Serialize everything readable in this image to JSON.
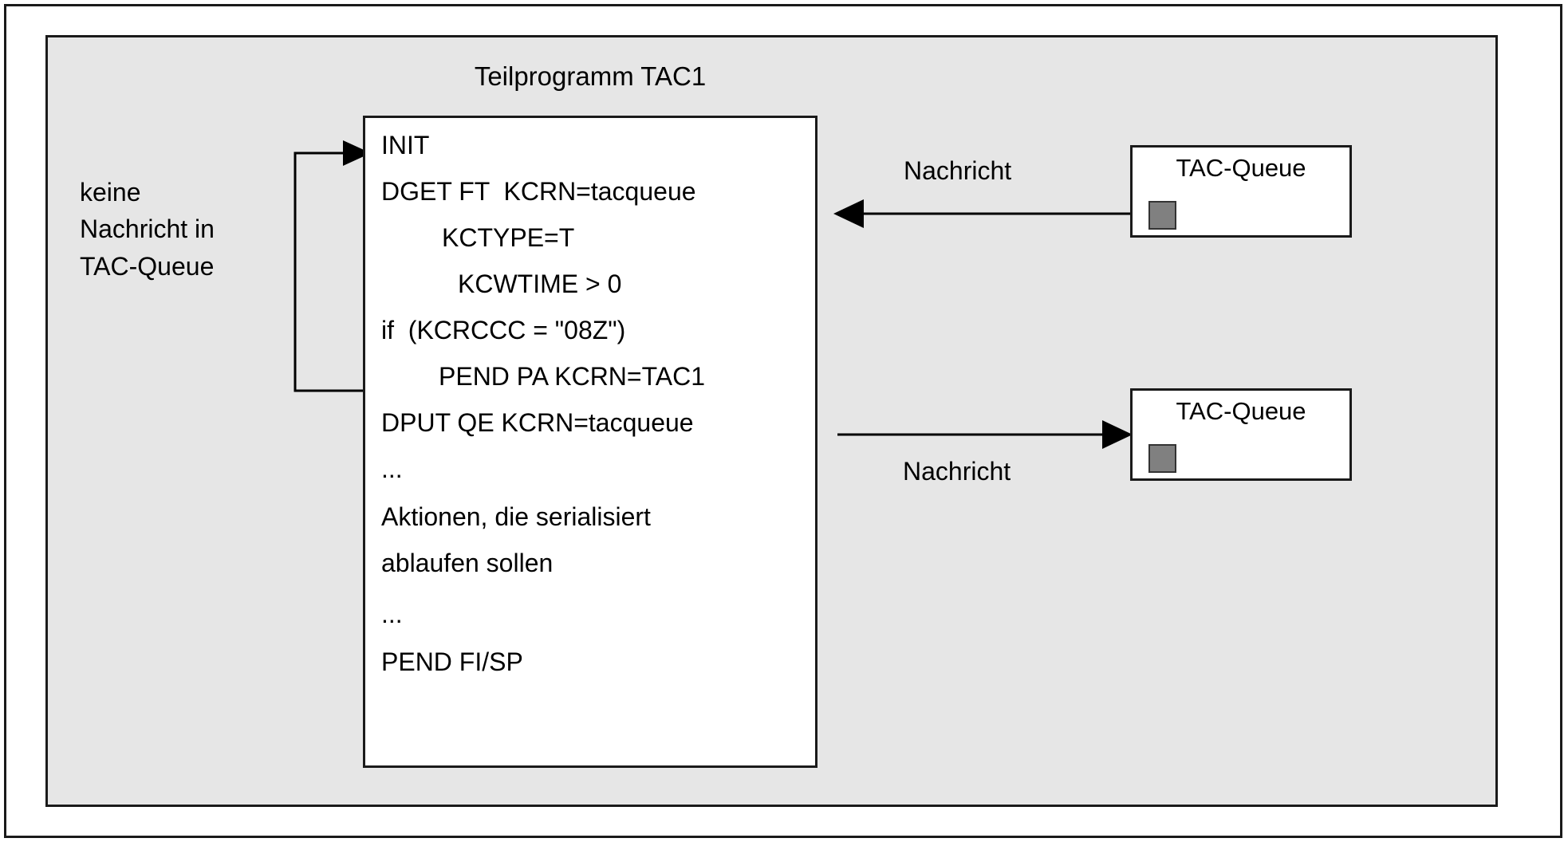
{
  "diagram": {
    "title": "Teilprogramm TAC1",
    "colors": {
      "panel_background": "#e6e6e6",
      "page_background": "#ffffff",
      "box_background": "#ffffff",
      "stroke": "#1a1a1a",
      "queue_slot_fill": "#808080"
    }
  },
  "left_caption": {
    "line1": "keine",
    "line2": "Nachricht in",
    "line3": "TAC-Queue"
  },
  "code_block": {
    "lines": [
      {
        "text": "INIT",
        "indent": 0
      },
      {
        "text": "DGET FT  KCRN=tacqueue",
        "indent": 0
      },
      {
        "text": "KCTYPE=T",
        "indent": 1
      },
      {
        "text": "KCWTIME > 0",
        "indent": 2
      },
      {
        "text": "if  (KCRCCC = \"08Z\")",
        "indent": 0
      },
      {
        "text": "PEND PA KCRN=TAC1",
        "indent": 3
      },
      {
        "text": "DPUT QE KCRN=tacqueue",
        "indent": 0
      },
      {
        "text": "...",
        "indent": 0
      },
      {
        "text": "Aktionen, die serialisiert",
        "indent": 0
      },
      {
        "text": "ablaufen sollen",
        "indent": 0
      },
      {
        "text": "...",
        "indent": 0
      },
      {
        "text": "PEND FI/SP",
        "indent": 0
      }
    ]
  },
  "queues": {
    "top": {
      "label": "TAC-Queue",
      "arrow_label": "Nachricht",
      "arrow_direction": "left"
    },
    "bottom": {
      "label": "TAC-Queue",
      "arrow_label": "Nachricht",
      "arrow_direction": "right"
    }
  },
  "loop_arrow": {
    "description": "feedback-loop-to-init"
  }
}
